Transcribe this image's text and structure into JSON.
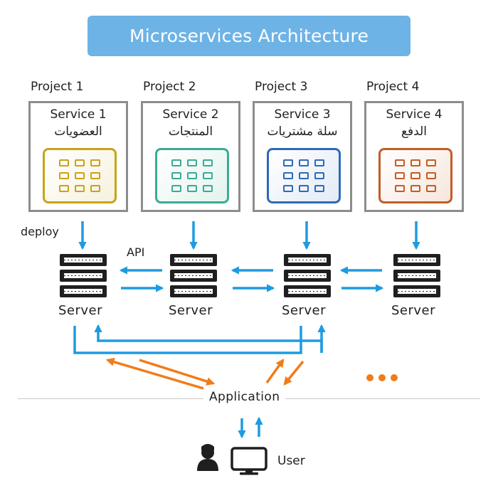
{
  "title": "Microservices Architecture",
  "projects": [
    {
      "label": "Project 1",
      "service": "Service 1",
      "service_ar": "العضويات",
      "color": "#c9a318"
    },
    {
      "label": "Project 2",
      "service": "Service 2",
      "service_ar": "المنتجات",
      "color": "#3aab95"
    },
    {
      "label": "Project 3",
      "service": "Service 3",
      "service_ar": "سلة مشتريات",
      "color": "#2e6ab6"
    },
    {
      "label": "Project 4",
      "service": "Service 4",
      "service_ar": "الدفع",
      "color": "#c25d27"
    }
  ],
  "servers": [
    "Server",
    "Server",
    "Server",
    "Server"
  ],
  "labels": {
    "deploy": "deploy",
    "api": "API",
    "application": "Application",
    "user": "User"
  },
  "colors": {
    "title_bg": "#6db3e6",
    "arrow_blue": "#1e9be0",
    "arrow_orange": "#f07c1b",
    "box_border": "#8d8d8d"
  },
  "icons": [
    "service-grid-icon",
    "server-icon",
    "person-icon",
    "monitor-icon",
    "ellipsis-icon"
  ]
}
